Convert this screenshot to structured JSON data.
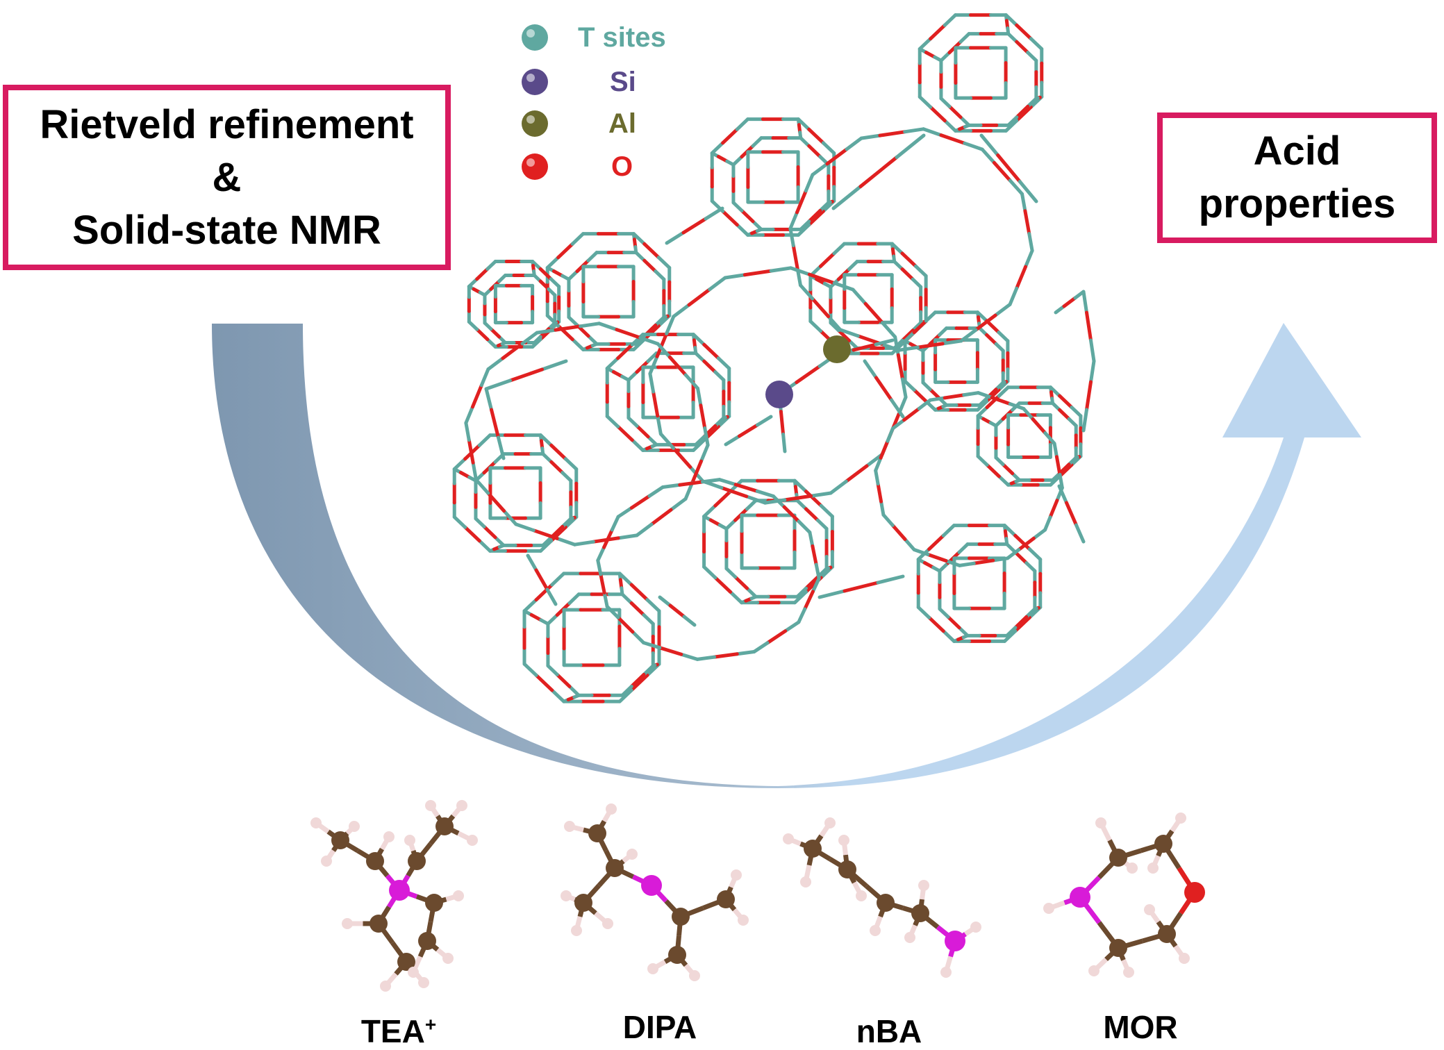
{
  "left_box": {
    "line1": "Rietveld refinement",
    "line2": "&",
    "line3": "Solid-state NMR"
  },
  "right_box": {
    "line1": "Acid",
    "line2": "properties"
  },
  "legend": [
    {
      "label": "T sites",
      "color": "#5fa8a0"
    },
    {
      "label": "Si",
      "color": "#5a4a8a"
    },
    {
      "label": "Al",
      "color": "#6b6b2e"
    },
    {
      "label": "O",
      "color": "#e02020"
    }
  ],
  "molecules": [
    {
      "name": "TEA",
      "superscript": "+"
    },
    {
      "name": "DIPA",
      "superscript": ""
    },
    {
      "name": "nBA",
      "superscript": ""
    },
    {
      "name": "MOR",
      "superscript": ""
    }
  ],
  "colors": {
    "box_border": "#d81b60",
    "arrow_dark": "#7e97b0",
    "arrow_light": "#bcd6ef",
    "framework_t": "#5fa8a0",
    "framework_o": "#e02020",
    "carbon": "#6b4a2e",
    "nitrogen": "#d81bd8",
    "oxygen": "#e02020",
    "hydrogen": "#f0d8d8"
  }
}
